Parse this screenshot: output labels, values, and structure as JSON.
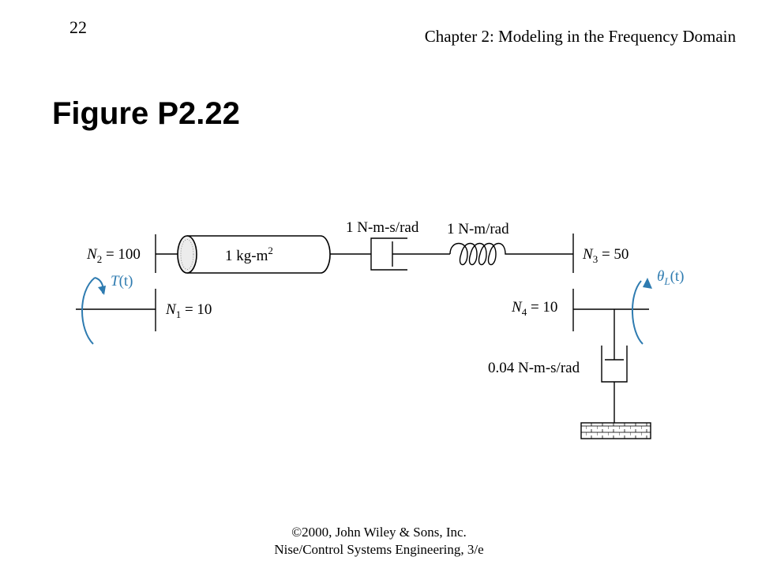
{
  "header": {
    "page_number": "22",
    "chapter_title": "Chapter 2: Modeling in the Frequency Domain"
  },
  "figure": {
    "title": "Figure P2.22"
  },
  "diagram": {
    "gear_n2": {
      "symbol": "N",
      "sub": "2",
      "rest": " = 100"
    },
    "gear_n1": {
      "symbol": "N",
      "sub": "1",
      "rest": " = 10"
    },
    "gear_n3": {
      "symbol": "N",
      "sub": "3",
      "rest": " = 50"
    },
    "gear_n4": {
      "symbol": "N",
      "sub": "4",
      "rest": " = 10"
    },
    "inertia": {
      "text": "1 kg-m",
      "sup": "2"
    },
    "damper_top": "1 N-m-s/rad",
    "spring": "1 N-m/rad",
    "damper_bottom": "0.04 N-m-s/rad",
    "input_torque": {
      "symbol": "T",
      "rest": "(t)"
    },
    "output_angle": {
      "symbol": "θ",
      "sub": "L",
      "rest": "(t)"
    },
    "accent_color": "#2e7bb0"
  },
  "footer": {
    "line1": "©2000, John Wiley & Sons, Inc.",
    "line2": "Nise/Control Systems Engineering, 3/e"
  }
}
